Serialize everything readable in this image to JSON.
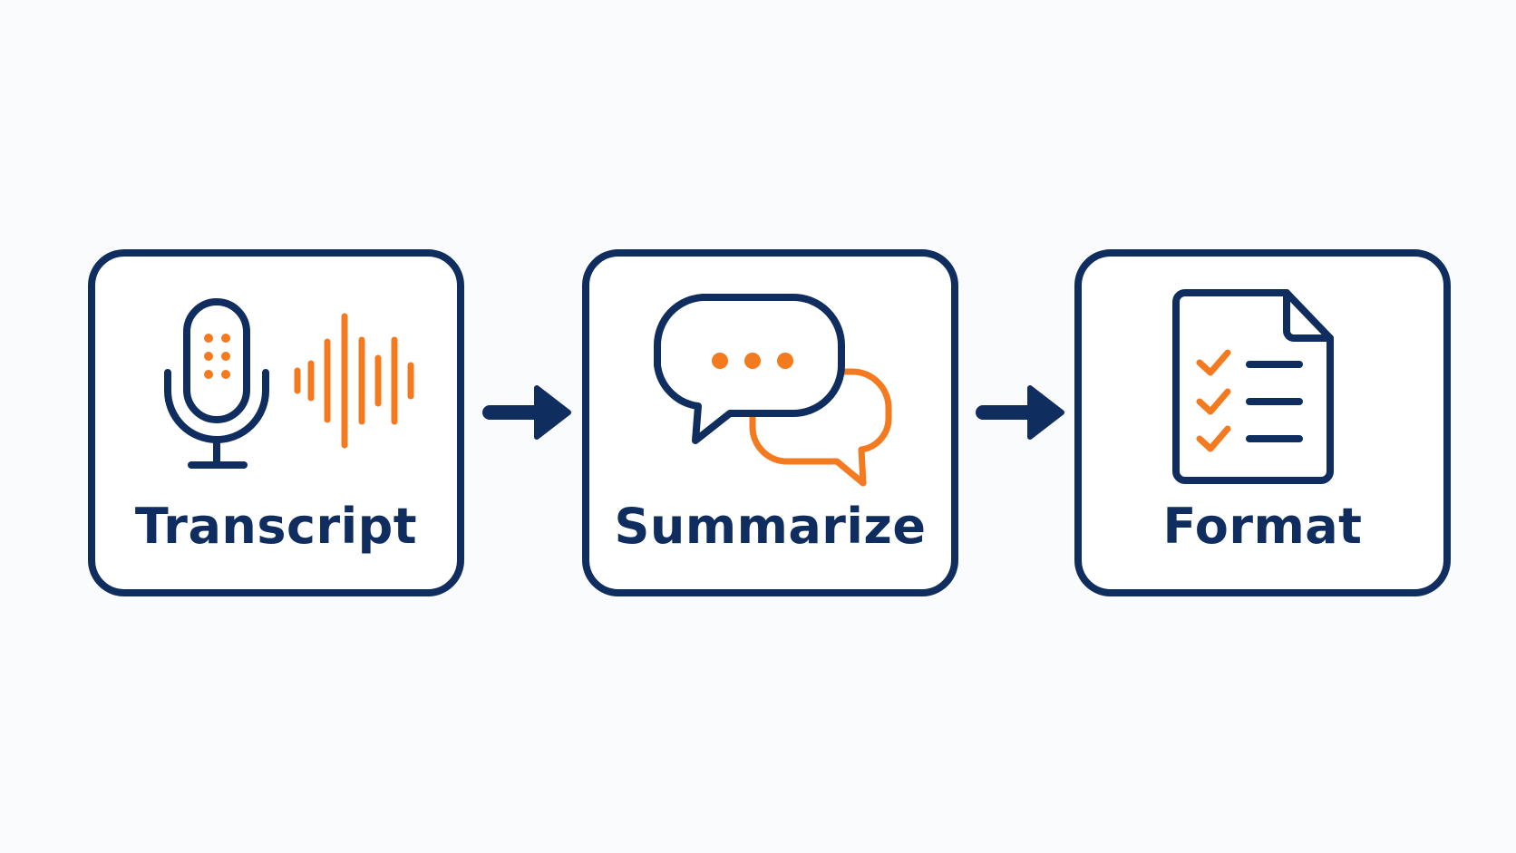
{
  "colors": {
    "navy": "#0f2d5e",
    "orange": "#f47a20",
    "background": "#fafbfc"
  },
  "steps": [
    {
      "label": "Transcript",
      "icon": "microphone-soundwave-icon"
    },
    {
      "label": "Summarize",
      "icon": "chat-bubbles-icon"
    },
    {
      "label": "Format",
      "icon": "checklist-document-icon"
    }
  ],
  "connectors": [
    "arrow-right-icon",
    "arrow-right-icon"
  ]
}
